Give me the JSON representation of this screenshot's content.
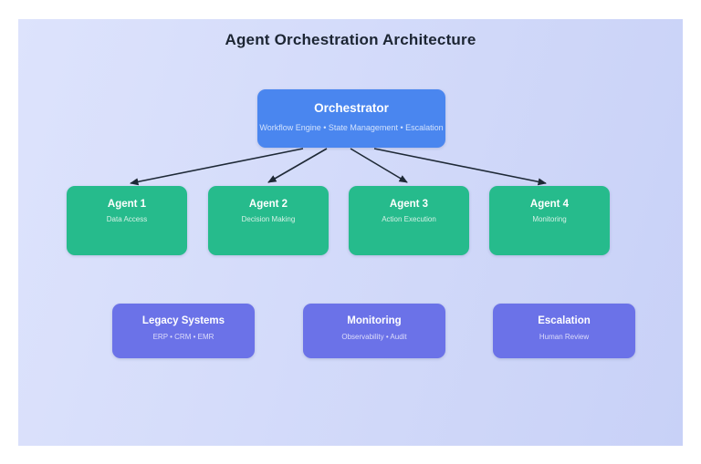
{
  "title": "Agent Orchestration Architecture",
  "colors": {
    "orchestrator": "#4a86ef",
    "agent": "#26bb8c",
    "system": "#6b72e8",
    "arrow": "#1e2936",
    "background_start": "#dde3fc",
    "background_end": "#c8d1f7"
  },
  "orchestrator": {
    "title": "Orchestrator",
    "subtitle": "Workflow Engine • State Management • Escalation"
  },
  "agents": [
    {
      "title": "Agent 1",
      "subtitle": "Data Access"
    },
    {
      "title": "Agent 2",
      "subtitle": "Decision Making"
    },
    {
      "title": "Agent 3",
      "subtitle": "Action Execution"
    },
    {
      "title": "Agent 4",
      "subtitle": "Monitoring"
    }
  ],
  "systems": [
    {
      "title": "Legacy Systems",
      "subtitle": "ERP • CRM • EMR"
    },
    {
      "title": "Monitoring",
      "subtitle": "Observability • Audit"
    },
    {
      "title": "Escalation",
      "subtitle": "Human Review"
    }
  ]
}
